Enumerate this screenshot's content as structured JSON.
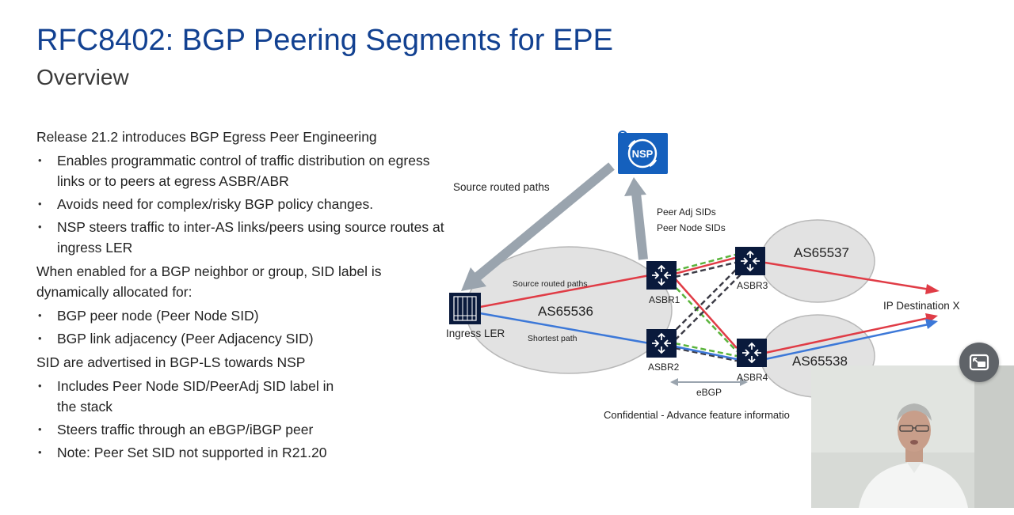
{
  "slide": {
    "title": "RFC8402: BGP Peering Segments for EPE",
    "subtitle": "Overview"
  },
  "content": {
    "intro": "Release 21.2 introduces BGP Egress Peer Engineering",
    "intro_bullets": [
      "Enables programmatic control of traffic distribution on egress links or to peers at egress ASBR/ABR",
      "Avoids need for complex/risky BGP policy changes.",
      "NSP steers traffic to inter-AS links/peers using source routes at ingress LER"
    ],
    "sid_intro": "When enabled for a BGP neighbor or group, SID label is dynamically allocated for:",
    "sid_bullets": [
      "BGP peer node (Peer Node SID)",
      "BGP link adjacency (Peer Adjacency SID)"
    ],
    "adv_intro": "SID are advertised in BGP-LS towards NSP",
    "adv_bullets": [
      "Includes Peer Node SID/PeerAdj SID label in the stack",
      "Steers traffic through an eBGP/iBGP peer",
      "Note: Peer Set SID not supported in R21.20"
    ]
  },
  "diagram": {
    "nsp_label": "NSP",
    "source_routed_paths": "Source routed paths",
    "peer_adj_sids": "Peer Adj SIDs",
    "peer_node_sids": "Peer Node SIDs",
    "source_routed_paths_small": "Source routed paths",
    "shortest_path": "Shortest path",
    "ingress_ler": "Ingress LER",
    "as1": "AS65536",
    "as2": "AS65537",
    "as3": "AS65538",
    "asbr1": "ASBR1",
    "asbr2": "ASBR2",
    "asbr3": "ASBR3",
    "asbr4": "ASBR4",
    "destination": "IP Destination X",
    "ebgp": "eBGP",
    "confidential": "Confidential - Advance feature informatio"
  },
  "colors": {
    "title_blue": "#124191",
    "router_navy": "#0a1a3c",
    "nsp_blue": "#1560bd",
    "red_path": "#e03c46",
    "blue_path": "#3c78d8",
    "green_path": "#5ab43c",
    "dark_path": "#3c3c46",
    "cloud_gray": "#e2e2e2",
    "arrow_gray": "#9aa4ae"
  },
  "video_call": {
    "button_icon": "picture-in-picture-icon"
  }
}
